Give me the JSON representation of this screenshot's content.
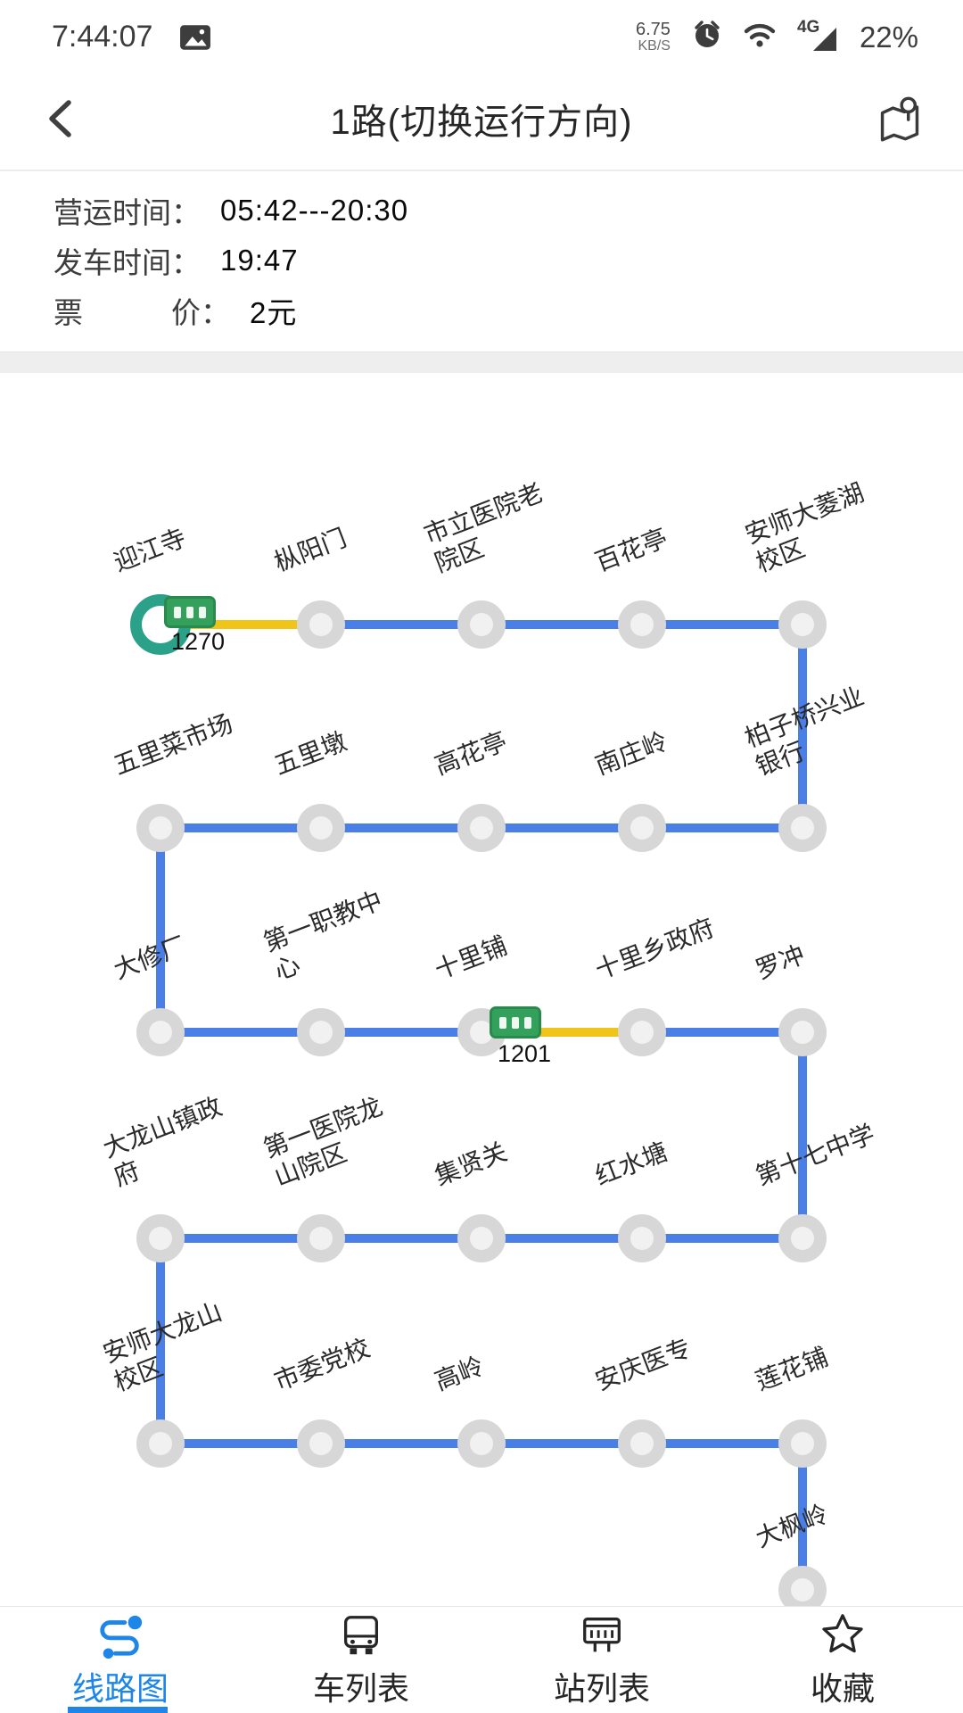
{
  "status_bar": {
    "time": "7:44:07",
    "net_speed": "6.75",
    "net_speed_unit": "KB/S",
    "network_type": "4G",
    "battery_percent": "22%"
  },
  "header": {
    "title": "1路(切换运行方向)"
  },
  "info_panel": {
    "rows": [
      {
        "label": "营运时间：",
        "value": "05:42---20:30"
      },
      {
        "label": "发车时间：",
        "value": "19:47"
      },
      {
        "label": "票　　　价：",
        "value": "2元"
      }
    ]
  },
  "route_map": {
    "line_color": "#4b7fe8",
    "bus_segment_color": "#f0c419",
    "station_rows": [
      [
        "迎江寺",
        "枞阳门",
        "市立医院老院区",
        "百花亭",
        "安师大菱湖校区"
      ],
      [
        "五里菜市场",
        "五里墩",
        "高花亭",
        "南庄岭",
        "柏子桥兴业银行"
      ],
      [
        "大修厂",
        "第一职教中心",
        "十里铺",
        "十里乡政府",
        "罗冲"
      ],
      [
        "大龙山镇政府",
        "第一医院龙山院区",
        "集贤关",
        "红水塘",
        "第十七中学"
      ],
      [
        "安师大龙山校区",
        "市委党校",
        "高岭",
        "安庆医专",
        "莲花铺"
      ]
    ],
    "partial_next_station": "大枫岭",
    "buses": [
      {
        "id": "1270",
        "row": 0,
        "near_col": 0
      },
      {
        "id": "1201",
        "row": 2,
        "near_col": 2
      }
    ]
  },
  "bottom_nav": {
    "active_color": "#1e86e9",
    "items": [
      {
        "label": "线路图",
        "active": true
      },
      {
        "label": "车列表",
        "active": false
      },
      {
        "label": "站列表",
        "active": false
      },
      {
        "label": "收藏",
        "active": false
      }
    ]
  }
}
